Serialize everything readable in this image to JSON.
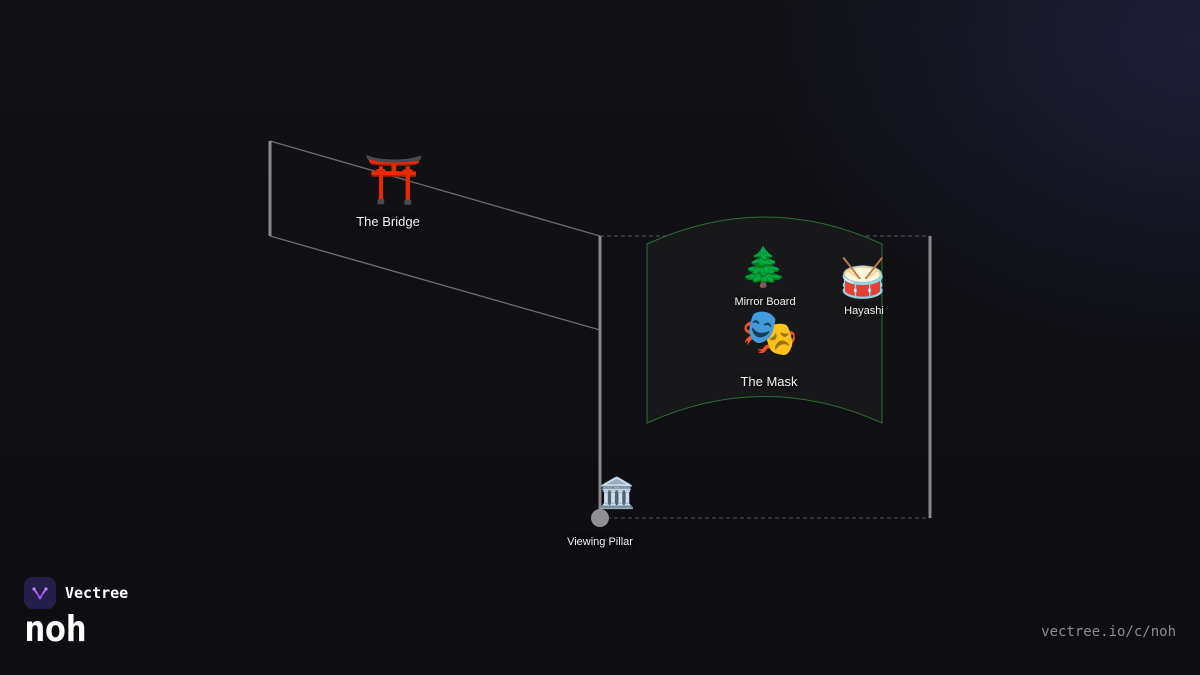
{
  "diagram": {
    "nodes": {
      "bridge": {
        "label": "The Bridge",
        "icon": "torii-gate-icon",
        "glyph": "⛩️"
      },
      "mirror_board": {
        "label": "Mirror Board",
        "icon": "evergreen-tree-icon",
        "glyph": "🌲"
      },
      "hayashi": {
        "label": "Hayashi",
        "icon": "drum-icon",
        "glyph": "🥁"
      },
      "mask": {
        "label": "The Mask",
        "icon": "performing-arts-icon",
        "glyph": "🎭"
      },
      "viewing_pillar": {
        "label": "Viewing Pillar",
        "icon": "classical-building-icon",
        "glyph": "🏛️"
      }
    },
    "colors": {
      "line": "#6a6a6e",
      "post": "#8a8a8e",
      "stage_fill": "#18181b",
      "stage_border": "#2f6b34",
      "dashed": "#55555a",
      "pillar_dot": "#8f8f93"
    }
  },
  "footer": {
    "brand": "Vectree",
    "title": "noh",
    "url": "vectree.io/c/noh",
    "logo_icon": "vectree-logo-icon",
    "logo_color": "#a855f7"
  }
}
